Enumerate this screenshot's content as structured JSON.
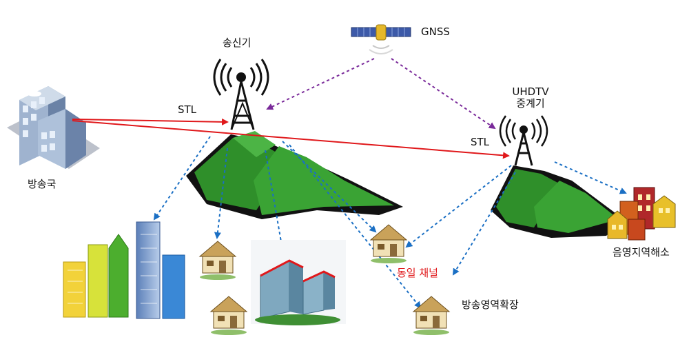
{
  "labels": {
    "transmitter": "송신기",
    "gnss": "GNSS",
    "repeater_line1": "UHDTV",
    "repeater_line2": "중계기",
    "stl_1": "STL",
    "stl_2": "STL",
    "broadcast_station": "방송국",
    "shadow_area": "음영지역해소",
    "same_channel": "동일 채널",
    "coverage_extension": "방송영역확장"
  },
  "colors": {
    "stl_link": "#e0181b",
    "gnss_sync": "#7a2a9a",
    "broadcast_link": "#1a6fc4",
    "mountain": "#2f8f2a",
    "same_channel_text": "#e0181b"
  },
  "icons": [
    "broadcast-station-icon",
    "satellite-icon",
    "transmitter-tower-icon",
    "repeater-tower-icon",
    "mountain-icon",
    "house-icon",
    "city-buildings-icon",
    "apartment-icon",
    "town-icon"
  ]
}
